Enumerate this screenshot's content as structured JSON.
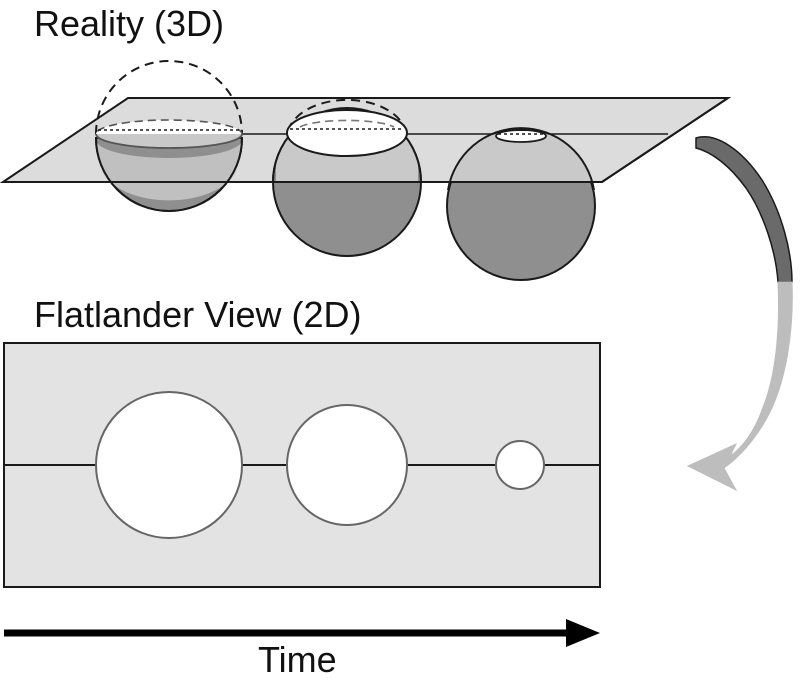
{
  "labels": {
    "reality": "Reality (3D)",
    "flatlander": "Flatlander View (2D)",
    "time": "Time"
  },
  "colors": {
    "plane_fill": "#d8d8d8",
    "sphere_dark": "#8f8f8f",
    "sphere_light": "#c9c9c9",
    "stroke": "#1a1a1a",
    "arrow_dark": "#6a6a6a",
    "arrow_light": "#bdbdbd",
    "flat_panel": "#e3e3e3",
    "cross_section": "#ffffff"
  }
}
